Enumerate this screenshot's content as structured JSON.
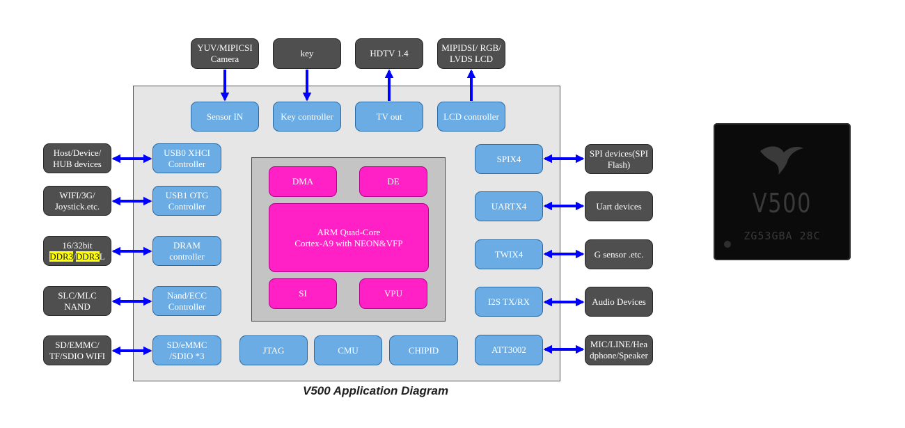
{
  "caption": "V500 Application Diagram",
  "top_devices": {
    "camera_l1": "YUV/MIPICSI",
    "camera_l2": "Camera",
    "key": "key",
    "hdtv": "HDTV 1.4",
    "lcd_l1": "MIPIDSI/ RGB/",
    "lcd_l2": "LVDS LCD"
  },
  "top_blocks": {
    "sensor_in": "Sensor IN",
    "key_controller": "Key controller",
    "tv_out": "TV out",
    "lcd_controller": "LCD controller"
  },
  "left_devices": {
    "host_l1": "Host/Device/",
    "host_l2": "HUB devices",
    "wifi_l1": "WIFI/3G/",
    "wifi_l2": "Joystick.etc.",
    "ddr_l1": "16/32bit",
    "ddr_a": "DDR3",
    "ddr_sep": "/",
    "ddr_b": "DDR3",
    "ddr_suffix": "L",
    "nand_l1": "SLC/MLC",
    "nand_l2": "NAND",
    "sd_l1": "SD/EMMC/",
    "sd_l2": "TF/SDIO WIFI"
  },
  "left_blocks": {
    "usb0_l1": "USB0 XHCI",
    "usb0_l2": "Controller",
    "usb1_l1": "USB1 OTG",
    "usb1_l2": "Controller",
    "dram_l1": "DRAM",
    "dram_l2": "controller",
    "nand_l1": "Nand/ECC",
    "nand_l2": "Controller",
    "sd_l1": "SD/eMMC",
    "sd_l2": "/SDIO *3"
  },
  "core": {
    "dma": "DMA",
    "de": "DE",
    "cpu_l1": "ARM Quad-Core",
    "cpu_l2": "Cortex-A9 with NEON&VFP",
    "si": "SI",
    "vpu": "VPU"
  },
  "bottom_blocks": {
    "jtag": "JTAG",
    "cmu": "CMU",
    "chipid": "CHIPID"
  },
  "right_blocks": {
    "spi": "SPIX4",
    "uart": "UARTX4",
    "twi": "TWIX4",
    "i2s": "I2S TX/RX",
    "att": "ATT3002"
  },
  "right_devices": {
    "spi_l1": "SPI devices(SPI",
    "spi_l2": "Flash)",
    "uart": "Uart devices",
    "gsensor": "G sensor .etc.",
    "audio": "Audio  Devices",
    "mic_l1": "MIC/LINE/Hea",
    "mic_l2": "dphone/Speaker"
  },
  "chip_photo": {
    "name": "V500",
    "code": "ZG53GBA 28C",
    "logo_icon": "bird-logo-icon"
  },
  "colors": {
    "blue_block": "#6aace3",
    "pink_block": "#ff20c6",
    "dark_device": "#4f4f4f",
    "arrow": "#0000ff",
    "highlight": "#ffff00"
  }
}
